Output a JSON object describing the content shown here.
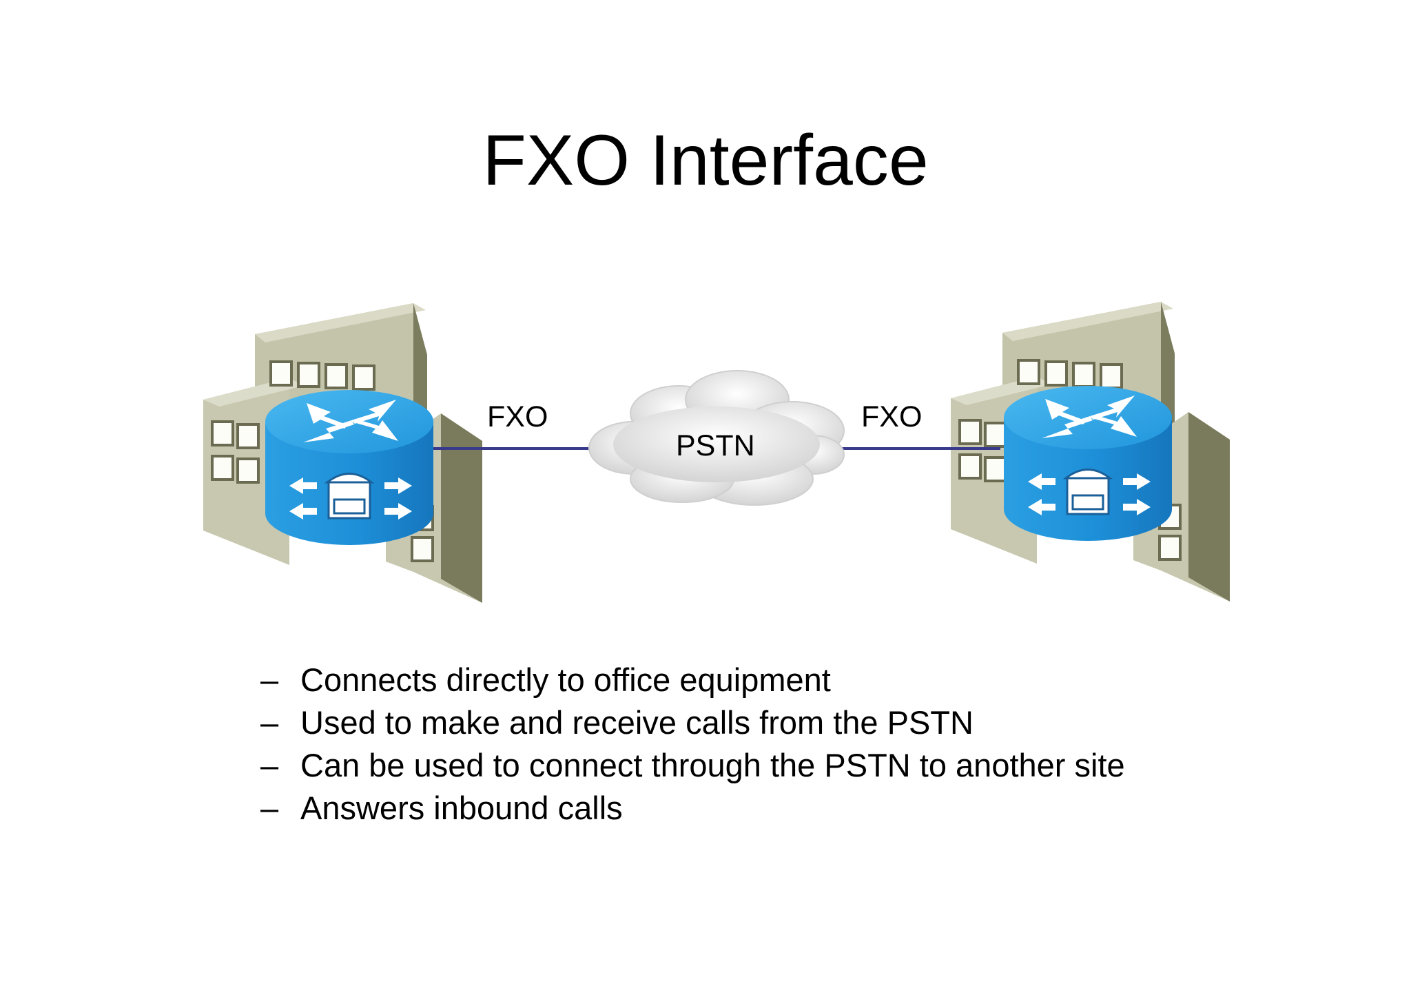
{
  "slide": {
    "title": "FXO Interface"
  },
  "diagram": {
    "left_link_label": "FXO",
    "right_link_label": "FXO",
    "cloud_label": "PSTN",
    "colors": {
      "router_top": "#2aa3e6",
      "router_side": "#1a8fd6",
      "building_front": "#c9c9b2",
      "building_side": "#7a7a5c",
      "link": "#3a3a8c",
      "cloud": "#eeeeee"
    },
    "icons": [
      "voice-router-icon",
      "building-icon",
      "pstn-cloud-icon"
    ]
  },
  "bullets": {
    "marker": "–",
    "items": [
      "Connects directly to office equipment",
      "Used to make and receive calls from the PSTN",
      "Can be used to connect through the PSTN to another site",
      "Answers inbound calls"
    ]
  }
}
